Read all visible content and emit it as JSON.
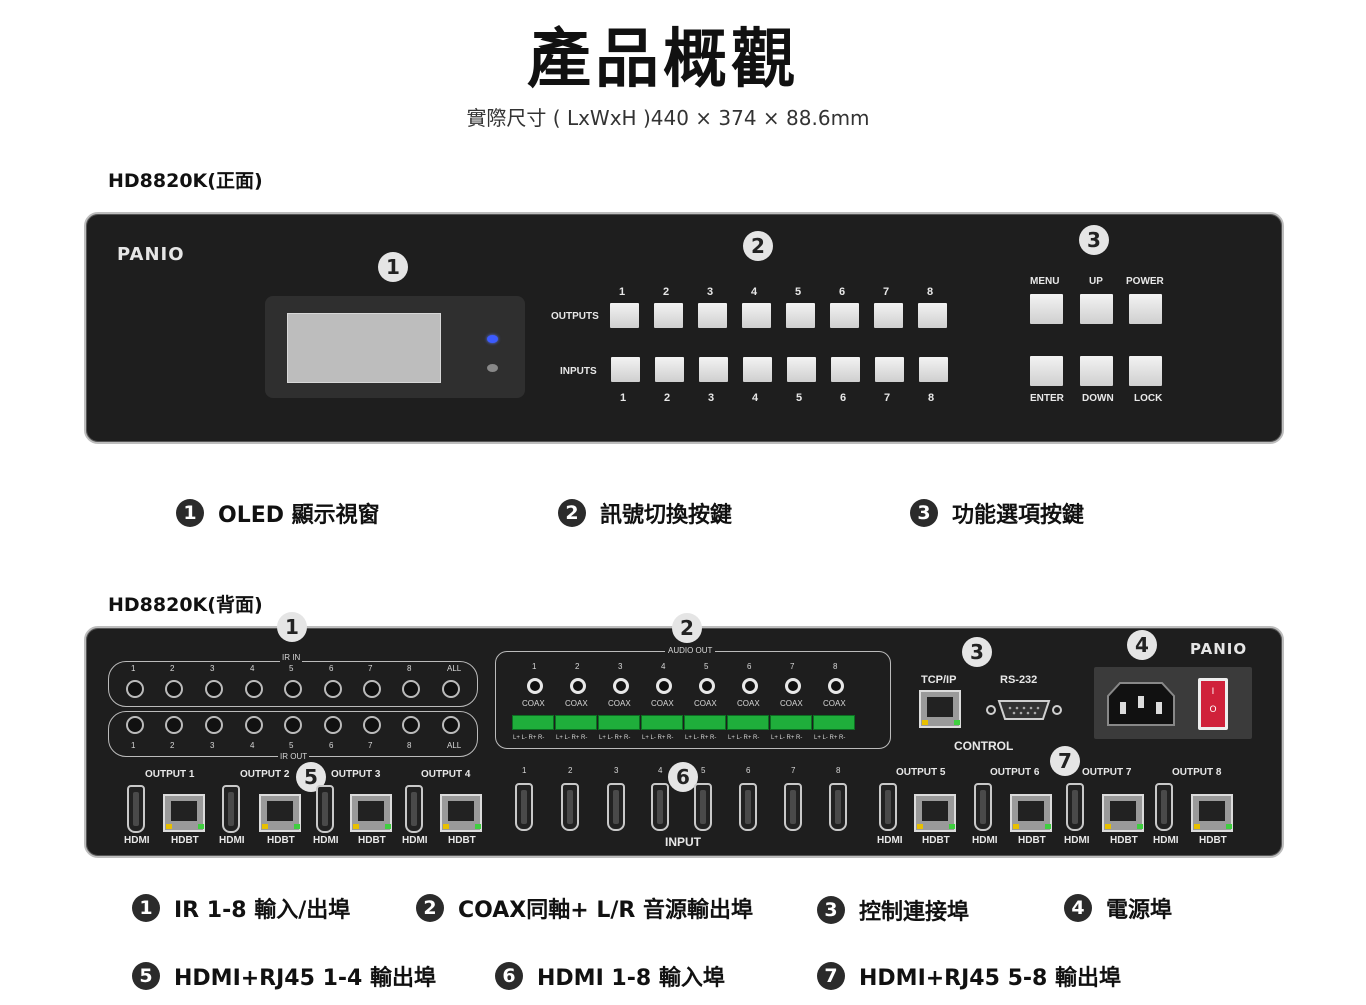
{
  "header": {
    "title": "產品概觀",
    "subtitle": "實際尺寸 ( LxWxH )440 × 374 × 88.6mm"
  },
  "front": {
    "model_label": "HD8820K(正面)",
    "brand": "PANIO",
    "callouts": [
      "1",
      "2",
      "3"
    ],
    "outputs_label": "OUTPUTS",
    "inputs_label": "INPUTS",
    "output_numbers": [
      "1",
      "2",
      "3",
      "4",
      "5",
      "6",
      "7",
      "8"
    ],
    "input_numbers": [
      "1",
      "2",
      "3",
      "4",
      "5",
      "6",
      "7",
      "8"
    ],
    "function_top": [
      "MENU",
      "UP",
      "POWER"
    ],
    "function_bottom": [
      "ENTER",
      "DOWN",
      "LOCK"
    ]
  },
  "front_legend": [
    {
      "num": "1",
      "text": "OLED  顯示視窗"
    },
    {
      "num": "2",
      "text": "訊號切換按鍵"
    },
    {
      "num": "3",
      "text": "功能選項按鍵"
    }
  ],
  "back": {
    "model_label": "HD8820K(背面)",
    "brand": "PANIO",
    "callouts": [
      "1",
      "2",
      "3",
      "4",
      "5",
      "6",
      "7"
    ],
    "ir_in_label": "IR IN",
    "ir_out_label": "IR OUT",
    "ir_numbers": [
      "1",
      "2",
      "3",
      "4",
      "5",
      "6",
      "7",
      "8",
      "ALL"
    ],
    "audio_out_label": "AUDIO OUT",
    "audio_numbers": [
      "1",
      "2",
      "3",
      "4",
      "5",
      "6",
      "7",
      "8"
    ],
    "coax_label": "COAX",
    "lr_label": "L+ L-  R+ R-",
    "tcpip_label": "TCP/IP",
    "rs232_label": "RS-232",
    "control_label": "CONTROL",
    "outputs_left": [
      "OUTPUT 1",
      "OUTPUT 2",
      "OUTPUT 3",
      "OUTPUT 4"
    ],
    "outputs_right": [
      "OUTPUT 5",
      "OUTPUT 6",
      "OUTPUT 7",
      "OUTPUT 8"
    ],
    "hdmi_label": "HDMI",
    "hdbt_label": "HDBT",
    "input_numbers": [
      "1",
      "2",
      "3",
      "4",
      "5",
      "6",
      "7",
      "8"
    ],
    "input_label": "INPUT",
    "switch_on": "I",
    "switch_off": "O"
  },
  "back_legend": [
    {
      "num": "1",
      "text": "IR 1-8 輸入/出埠"
    },
    {
      "num": "2",
      "text": "COAX同軸+ L/R 音源輸出埠"
    },
    {
      "num": "3",
      "text": "控制連接埠"
    },
    {
      "num": "4",
      "text": "電源埠"
    },
    {
      "num": "5",
      "text": "HDMI+RJ45 1-4 輸出埠"
    },
    {
      "num": "6",
      "text": "HDMI 1-8 輸入埠"
    },
    {
      "num": "7",
      "text": "HDMI+RJ45 5-8 輸出埠"
    }
  ],
  "colors": {
    "panel": "#1e1e1e",
    "terminal_green": "#1fae3b",
    "power_switch": "#d0213a",
    "led_blue": "#3c5bff"
  }
}
